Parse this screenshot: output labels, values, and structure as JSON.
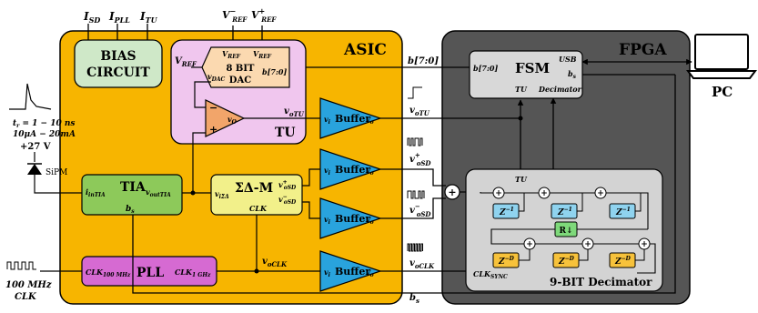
{
  "asic": {
    "title": "ASIC",
    "color": "#f7b500"
  },
  "fpga": {
    "title": "FPGA",
    "color": "#555555"
  },
  "bias": {
    "title_line1": "BIAS",
    "title_line2": "CIRCUIT",
    "color": "#cfe8c8",
    "inputs": [
      {
        "main": "I",
        "sub": "SD"
      },
      {
        "main": "I",
        "sub": "PLL"
      },
      {
        "main": "I",
        "sub": "TU"
      }
    ]
  },
  "refs": [
    {
      "main": "V",
      "sup": "−",
      "sub": "REF"
    },
    {
      "main": "V",
      "sup": "+",
      "sub": "REF"
    }
  ],
  "tu": {
    "label": "TU",
    "vref": "V",
    "vref_sub": "REF",
    "color": "#f0c6ee",
    "dac": {
      "line1": "8 BIT",
      "line2": "DAC",
      "vdac": "v",
      "vdac_sub": "DAC",
      "bits": "b[7:0]",
      "vref_minus": "V",
      "vref_plus": "V",
      "vref_sub": "REF",
      "color": "#fbd9b0"
    },
    "comp": {
      "minus": "−",
      "plus": "+",
      "out": "v",
      "out_sub": "O",
      "color": "#f2a56a"
    },
    "out": "v",
    "out_sub": "oTU"
  },
  "sensor": {
    "tr_text": "t",
    "tr_sub": "r",
    "tr_rest": " = 1 − 10 ns",
    "current": "10μA − 20mA",
    "bias_v": "+27 V",
    "sipm": "SiPM"
  },
  "tia": {
    "title": "TIA",
    "in": "i",
    "in_sub": "inTIA",
    "out": "v",
    "out_sub": "outTIA",
    "bs": "b",
    "bs_sub": "s",
    "color": "#8dc95a"
  },
  "sdm": {
    "title": "ΣΔ-M",
    "in": "v",
    "in_sub": "iΣΔ",
    "outp": "v",
    "outp_sup": "+",
    "outp_sub": "oSD",
    "outn": "v",
    "outn_sup": "−",
    "outn_sub": "oSD",
    "clk": "CLK",
    "color": "#f2f08a"
  },
  "pll": {
    "title": "PLL",
    "in": "CLK",
    "in_sub": "100 MHz",
    "out": "CLK",
    "out_sub": "1 GHz",
    "color": "#d66ad2",
    "ext_line1": "100 MHz",
    "ext_line2": "CLK"
  },
  "vclk": {
    "main": "v",
    "sub": "oCLK"
  },
  "buffers": [
    {
      "vi": "v",
      "vi_sub": "i",
      "name": "Buffer",
      "vo": "v",
      "vo_sub": "o"
    },
    {
      "vi": "v",
      "vi_sub": "i",
      "name": "Buffer",
      "vo": "v",
      "vo_sub": "o"
    },
    {
      "vi": "v",
      "vi_sub": "i",
      "name": "Buffer",
      "vo": "v",
      "vo_sub": "o"
    },
    {
      "vi": "v",
      "vi_sub": "i",
      "name": "Buffer",
      "vo": "v",
      "vo_sub": "o"
    }
  ],
  "buffer_color": "#29a3dd",
  "outputs": [
    {
      "main": "v",
      "sub": "oTU",
      "sup": ""
    },
    {
      "main": "v",
      "sub": "oSD",
      "sup": "+"
    },
    {
      "main": "v",
      "sub": "oSD",
      "sup": "−"
    },
    {
      "main": "v",
      "sub": "oCLK",
      "sup": ""
    }
  ],
  "bus": "b[7:0]",
  "bs_label": {
    "main": "b",
    "sub": "s"
  },
  "fsm": {
    "title": "FSM",
    "usb": "USB",
    "bs": "b",
    "bs_sub": "s",
    "bits": "b[7:0]",
    "tu": "TU",
    "dec": "Decimator",
    "color": "#d8d8d8"
  },
  "pc": {
    "label": "PC"
  },
  "decimator": {
    "title": "9-BIT Decimator",
    "tu": "TU",
    "clk": "CLK",
    "clk_sub": "SYNC",
    "color": "#d3d3d3",
    "zinv": "Z",
    "zinv_sup": "−1",
    "zd": "Z",
    "zd_sup": "−D",
    "r": "R↓",
    "zinv_color": "#8fd3ef",
    "zd_color": "#f7c23b",
    "r_color": "#7ed97a",
    "plus": "+"
  },
  "sum_symbol": "+"
}
